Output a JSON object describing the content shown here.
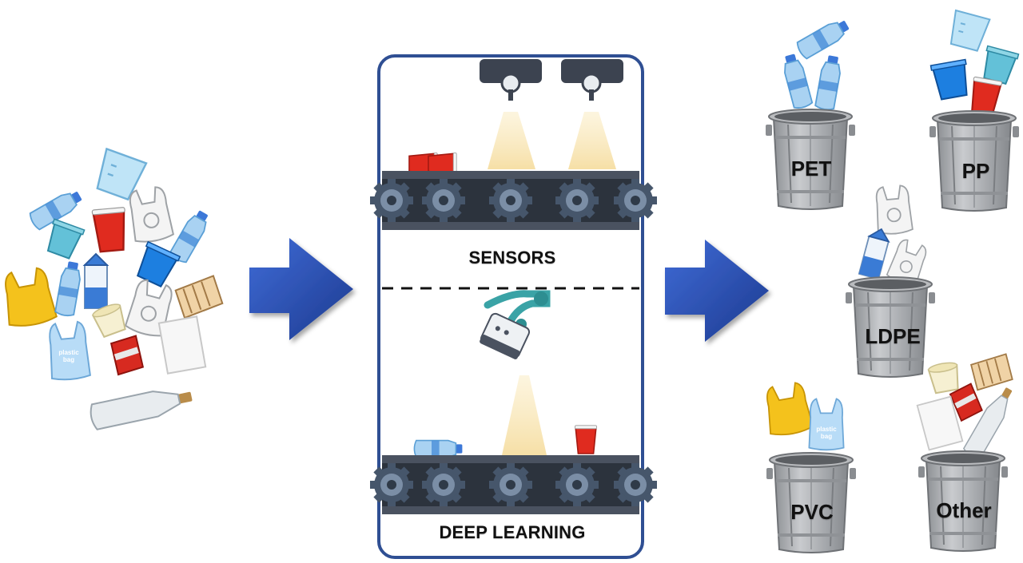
{
  "diagram": {
    "stages": {
      "sensors": "SENSORS",
      "deep_learning": "DEEP LEARNING"
    },
    "bins": [
      {
        "label": "PET"
      },
      {
        "label": "PP"
      },
      {
        "label": "LDPE"
      },
      {
        "label": "PVC"
      },
      {
        "label": "Other"
      }
    ],
    "bag_text": "plastic bag",
    "colors": {
      "arrow": "#2a4faf",
      "frame": "#2f4f93",
      "bin": "#a7a9ac",
      "belt": "#3b4350",
      "gear": "#5a6b80",
      "light": "#f7e6b8"
    }
  }
}
